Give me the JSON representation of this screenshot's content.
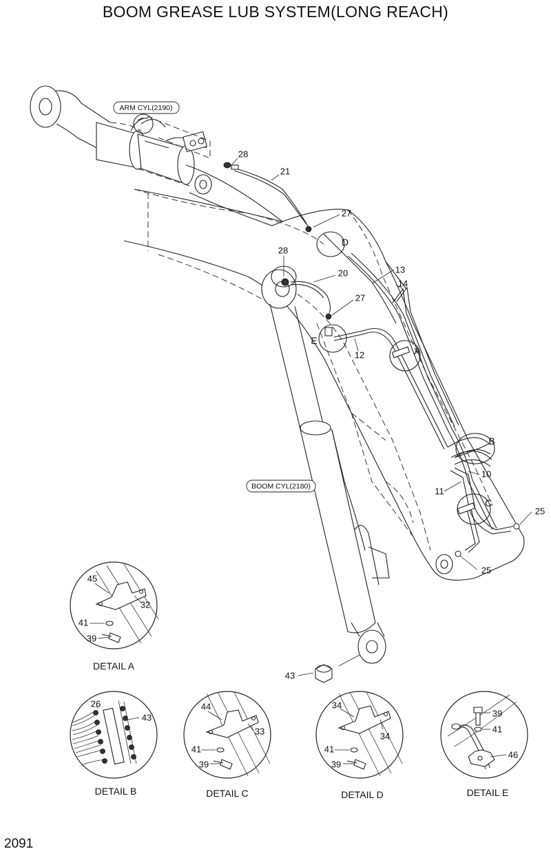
{
  "title": "BOOM GREASE LUB SYSTEM(LONG REACH)",
  "page_number": "2091",
  "references": [
    {
      "id": "arm-cyl",
      "text": "ARM CYL(2190)"
    },
    {
      "id": "boom-cyl",
      "text": "BOOM CYL(2180)"
    }
  ],
  "callout_letters": [
    "A",
    "B",
    "C",
    "D",
    "E"
  ],
  "main_part_numbers": [
    "28",
    "21",
    "27",
    "28",
    "20",
    "27",
    "13",
    "14",
    "12",
    "10",
    "11",
    "25",
    "25",
    "43"
  ],
  "details": [
    {
      "label": "DETAIL A",
      "parts": [
        "45",
        "32",
        "41",
        "39"
      ]
    },
    {
      "label": "DETAIL B",
      "parts": [
        "26",
        "43"
      ]
    },
    {
      "label": "DETAIL C",
      "parts": [
        "44",
        "33",
        "41",
        "39"
      ]
    },
    {
      "label": "DETAIL D",
      "parts": [
        "34",
        "34",
        "41",
        "39"
      ]
    },
    {
      "label": "DETAIL E",
      "parts": [
        "39",
        "41",
        "46"
      ]
    }
  ]
}
